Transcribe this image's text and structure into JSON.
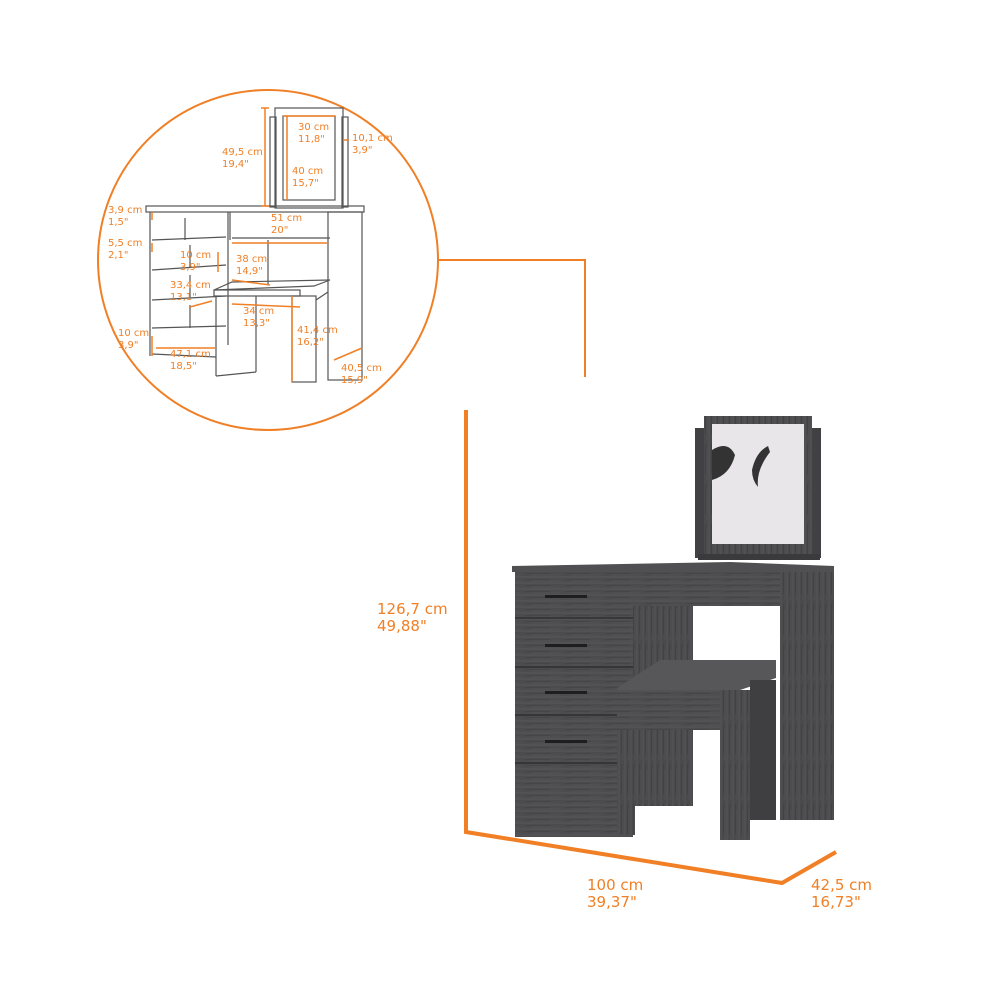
{
  "colors": {
    "accent": "#f07f25",
    "furniture": "#4a4a4c",
    "mirror": "#e6e4e6",
    "line_drawing": "#555555"
  },
  "main_dimensions": {
    "height": {
      "cm": "126,7 cm",
      "in": "49,88\""
    },
    "width": {
      "cm": "100 cm",
      "in": "39,37\""
    },
    "depth": {
      "cm": "42,5 cm",
      "in": "16,73\""
    }
  },
  "detail_dimensions": {
    "mirror_height": {
      "cm": "49,5 cm",
      "in": "19,4\""
    },
    "mirror_width": {
      "cm": "30 cm",
      "in": "11,8\""
    },
    "mirror_inner_height": {
      "cm": "40 cm",
      "in": "15,7\""
    },
    "mirror_stand": {
      "cm": "10,1 cm",
      "in": "3,9\""
    },
    "top_thickness": {
      "cm": "3,9 cm",
      "in": "1,5\""
    },
    "drawer_gap": {
      "cm": "5,5 cm",
      "in": "2,1\""
    },
    "desk_width": {
      "cm": "51 cm",
      "in": "20\""
    },
    "drawer_height": {
      "cm": "10 cm",
      "in": "3,9\""
    },
    "stool_depth": {
      "cm": "38 cm",
      "in": "14,9\""
    },
    "drawer_depth": {
      "cm": "33,4 cm",
      "in": "13,1\""
    },
    "stool_width": {
      "cm": "34 cm",
      "in": "13,3\""
    },
    "stool_height": {
      "cm": "41,4 cm",
      "in": "16,2\""
    },
    "plinth_height": {
      "cm": "10 cm",
      "in": "3,9\""
    },
    "drawer_width": {
      "cm": "47,1 cm",
      "in": "18,5\""
    },
    "desk_depth": {
      "cm": "40,5 cm",
      "in": "15,9\""
    }
  }
}
